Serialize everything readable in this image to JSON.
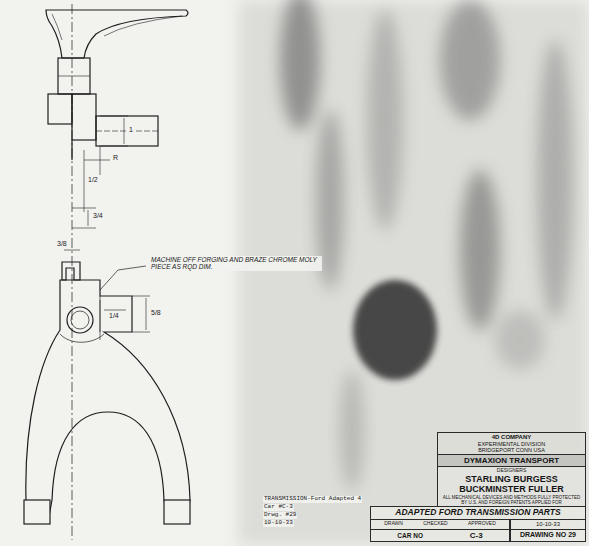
{
  "diagram": {
    "nodes": [
      {
        "text": [
          "4D COMPANY",
          "EXPERIMENTAL DIVISION",
          "BRIDGEPORT CONN USA"
        ]
      },
      {
        "text": [
          "DYMAXION TRANSPORT"
        ]
      },
      {
        "text": [
          "DESIGNERS",
          "STARLING BURGESS",
          "BUCKMINSTER FULLER",
          "ALL MECHANICAL DEVICES AND METHODS FULLY PROTECTED BY U.S. AND FOREIGN PATENTS APPLIED FOR"
        ]
      },
      {
        "text": [
          "ADAPTED FORD TRANSMISSION PARTS"
        ]
      },
      {
        "text": [
          "DRAWN",
          "CHECKED",
          "APPROVED"
        ]
      },
      {
        "text": [
          "10-10-33"
        ]
      },
      {
        "text": [
          "CAR NO",
          "C-3"
        ]
      },
      {
        "text": [
          "DRAWING NO 29"
        ]
      }
    ],
    "labels": [
      "MACHINE OFF FORGING AND BRAZE CHROME MOLY PIECE AS RQD DIM.",
      "TRANSMISSION-Ford Adapted 4",
      "Car #C-3",
      "Drwg. #29",
      "10-10-33",
      "1",
      "R",
      "1/2",
      "3/4",
      "3/8",
      "5/8",
      "1/4"
    ]
  }
}
